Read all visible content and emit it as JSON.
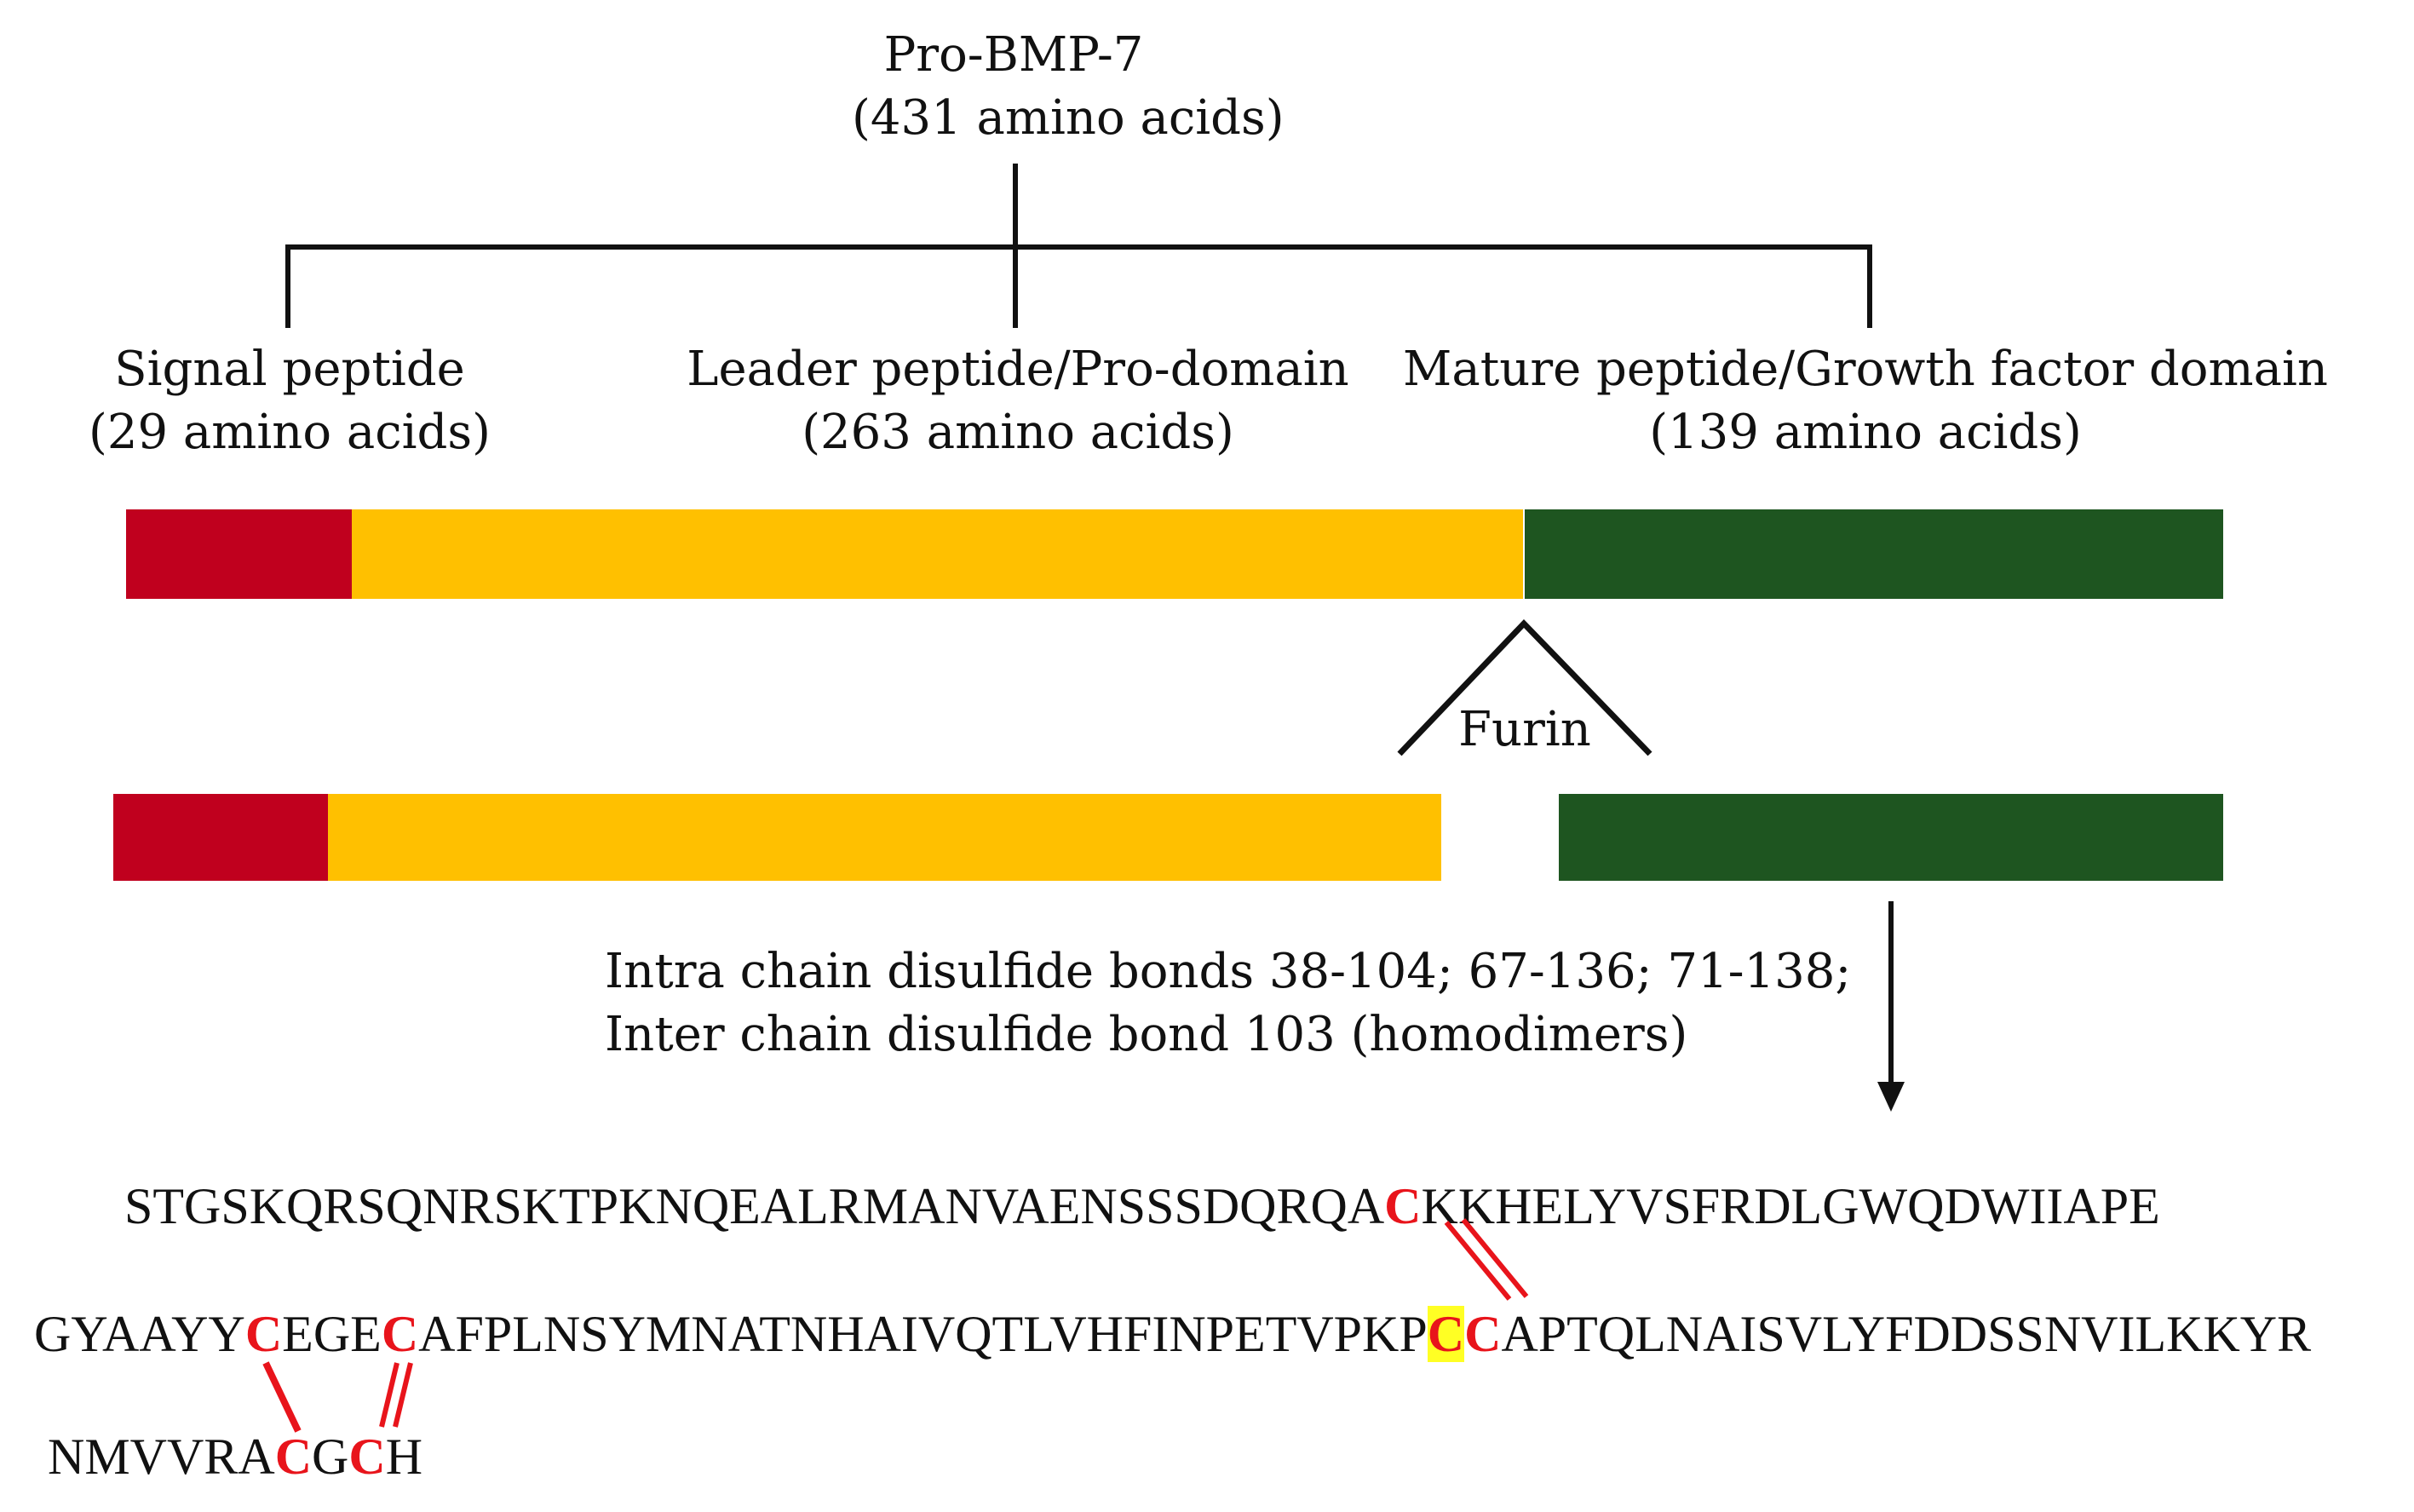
{
  "header": {
    "title_line1": "Pro-BMP-7",
    "title_line2": "(431 amino acids)"
  },
  "regions": [
    {
      "line1": "Signal peptide",
      "line2": "(29 amino acids)"
    },
    {
      "line1": "Leader peptide/Pro-domain",
      "line2": "(263 amino acids)"
    },
    {
      "line1": "Mature peptide/Growth factor domain",
      "line2": "(139 amino acids)"
    }
  ],
  "colors": {
    "signal": "#c0001e",
    "prodomain": "#ffc000",
    "mature": "#1e5520",
    "cysteine": "#e8141b",
    "highlight": "#ffff24"
  },
  "cleavage": {
    "enzyme": "Furin"
  },
  "bonds_note": {
    "line1": "Intra chain disulfide bonds 38-104; 67-136; 71-138;",
    "line2": "Inter chain disulfide bond 103  (homodimers)"
  },
  "sequence": {
    "line1": [
      {
        "t": "STGSKQRSQNRSKTPKNQEALRMANVAENSSSDQRQA"
      },
      {
        "t": "C",
        "c": true
      },
      {
        "t": "KKHELYVSFRDLGWQDWIIAPE"
      }
    ],
    "line2": [
      {
        "t": "GYAAYY"
      },
      {
        "t": "C",
        "c": true
      },
      {
        "t": "EGE"
      },
      {
        "t": "C",
        "c": true
      },
      {
        "t": "AFPLNSYMNATNHAIVQTLVHFINPETVPKP"
      },
      {
        "t": "C",
        "c": true,
        "h": true
      },
      {
        "t": "C",
        "c": true
      },
      {
        "t": "APTQLNAISVLYFDDSSNVILKKYR"
      }
    ],
    "line3": [
      {
        "t": "NMVVRA"
      },
      {
        "t": "C",
        "c": true
      },
      {
        "t": "G"
      },
      {
        "t": "C",
        "c": true
      },
      {
        "t": "H"
      }
    ]
  }
}
